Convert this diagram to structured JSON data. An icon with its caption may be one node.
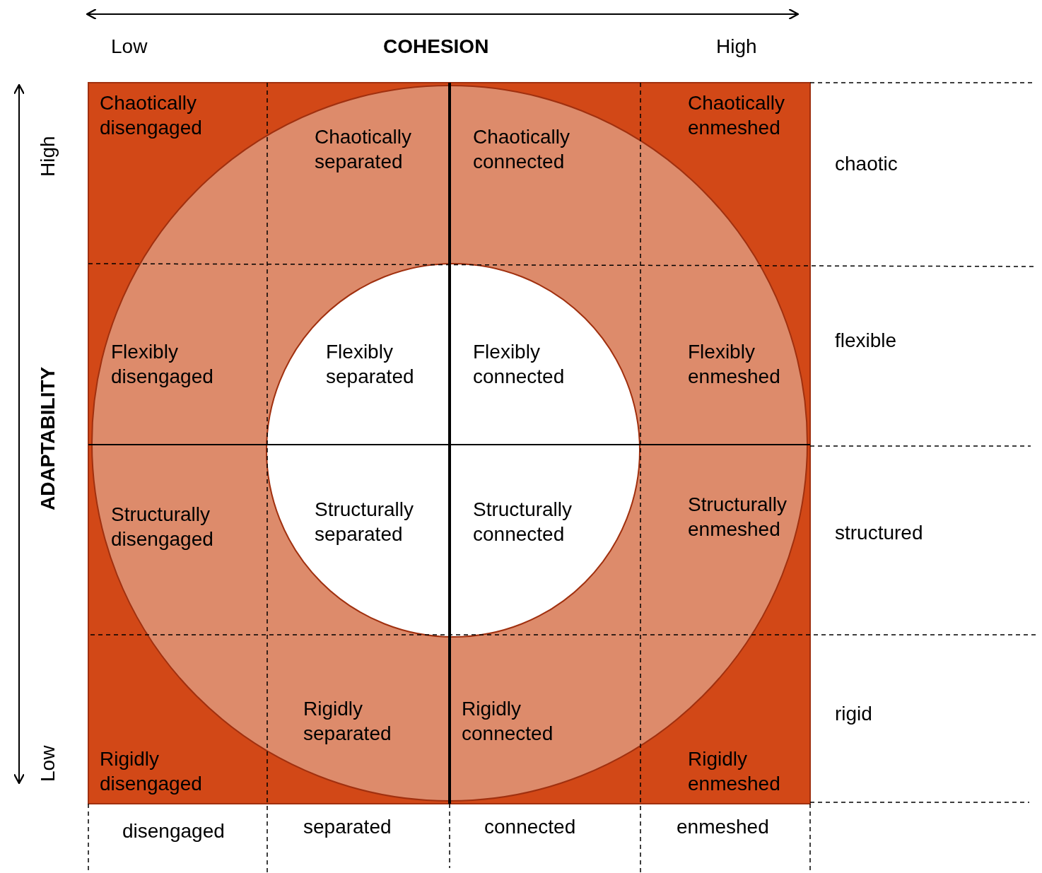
{
  "diagram": {
    "nodes": [
      {
        "text": [
          "Chaotically disengaged"
        ]
      },
      {
        "text": [
          "Chaotically separated"
        ]
      },
      {
        "text": [
          "Chaotically connected"
        ]
      },
      {
        "text": [
          "Chaotically enmeshed"
        ]
      },
      {
        "text": [
          "Flexibly disengaged"
        ]
      },
      {
        "text": [
          "Flexibly separated"
        ]
      },
      {
        "text": [
          "Flexibly connected"
        ]
      },
      {
        "text": [
          "Flexibly enmeshed"
        ]
      },
      {
        "text": [
          "Structurally disengaged"
        ]
      },
      {
        "text": [
          "Structurally separated"
        ]
      },
      {
        "text": [
          "Structurally connected"
        ]
      },
      {
        "text": [
          "Structurally enmeshed"
        ]
      },
      {
        "text": [
          "Rigidly disengaged"
        ]
      },
      {
        "text": [
          "Rigidly separated"
        ]
      },
      {
        "text": [
          "Rigidly connected"
        ]
      },
      {
        "text": [
          "Rigidly enmeshed"
        ]
      }
    ],
    "edges": [],
    "labels": [
      "Low",
      "COHESION",
      "High",
      "High",
      "ADAPTABILITY",
      "Low",
      "chaotic",
      "flexible",
      "structured",
      "rigid",
      "disengaged",
      "separated",
      "connected",
      "enmeshed"
    ]
  }
}
